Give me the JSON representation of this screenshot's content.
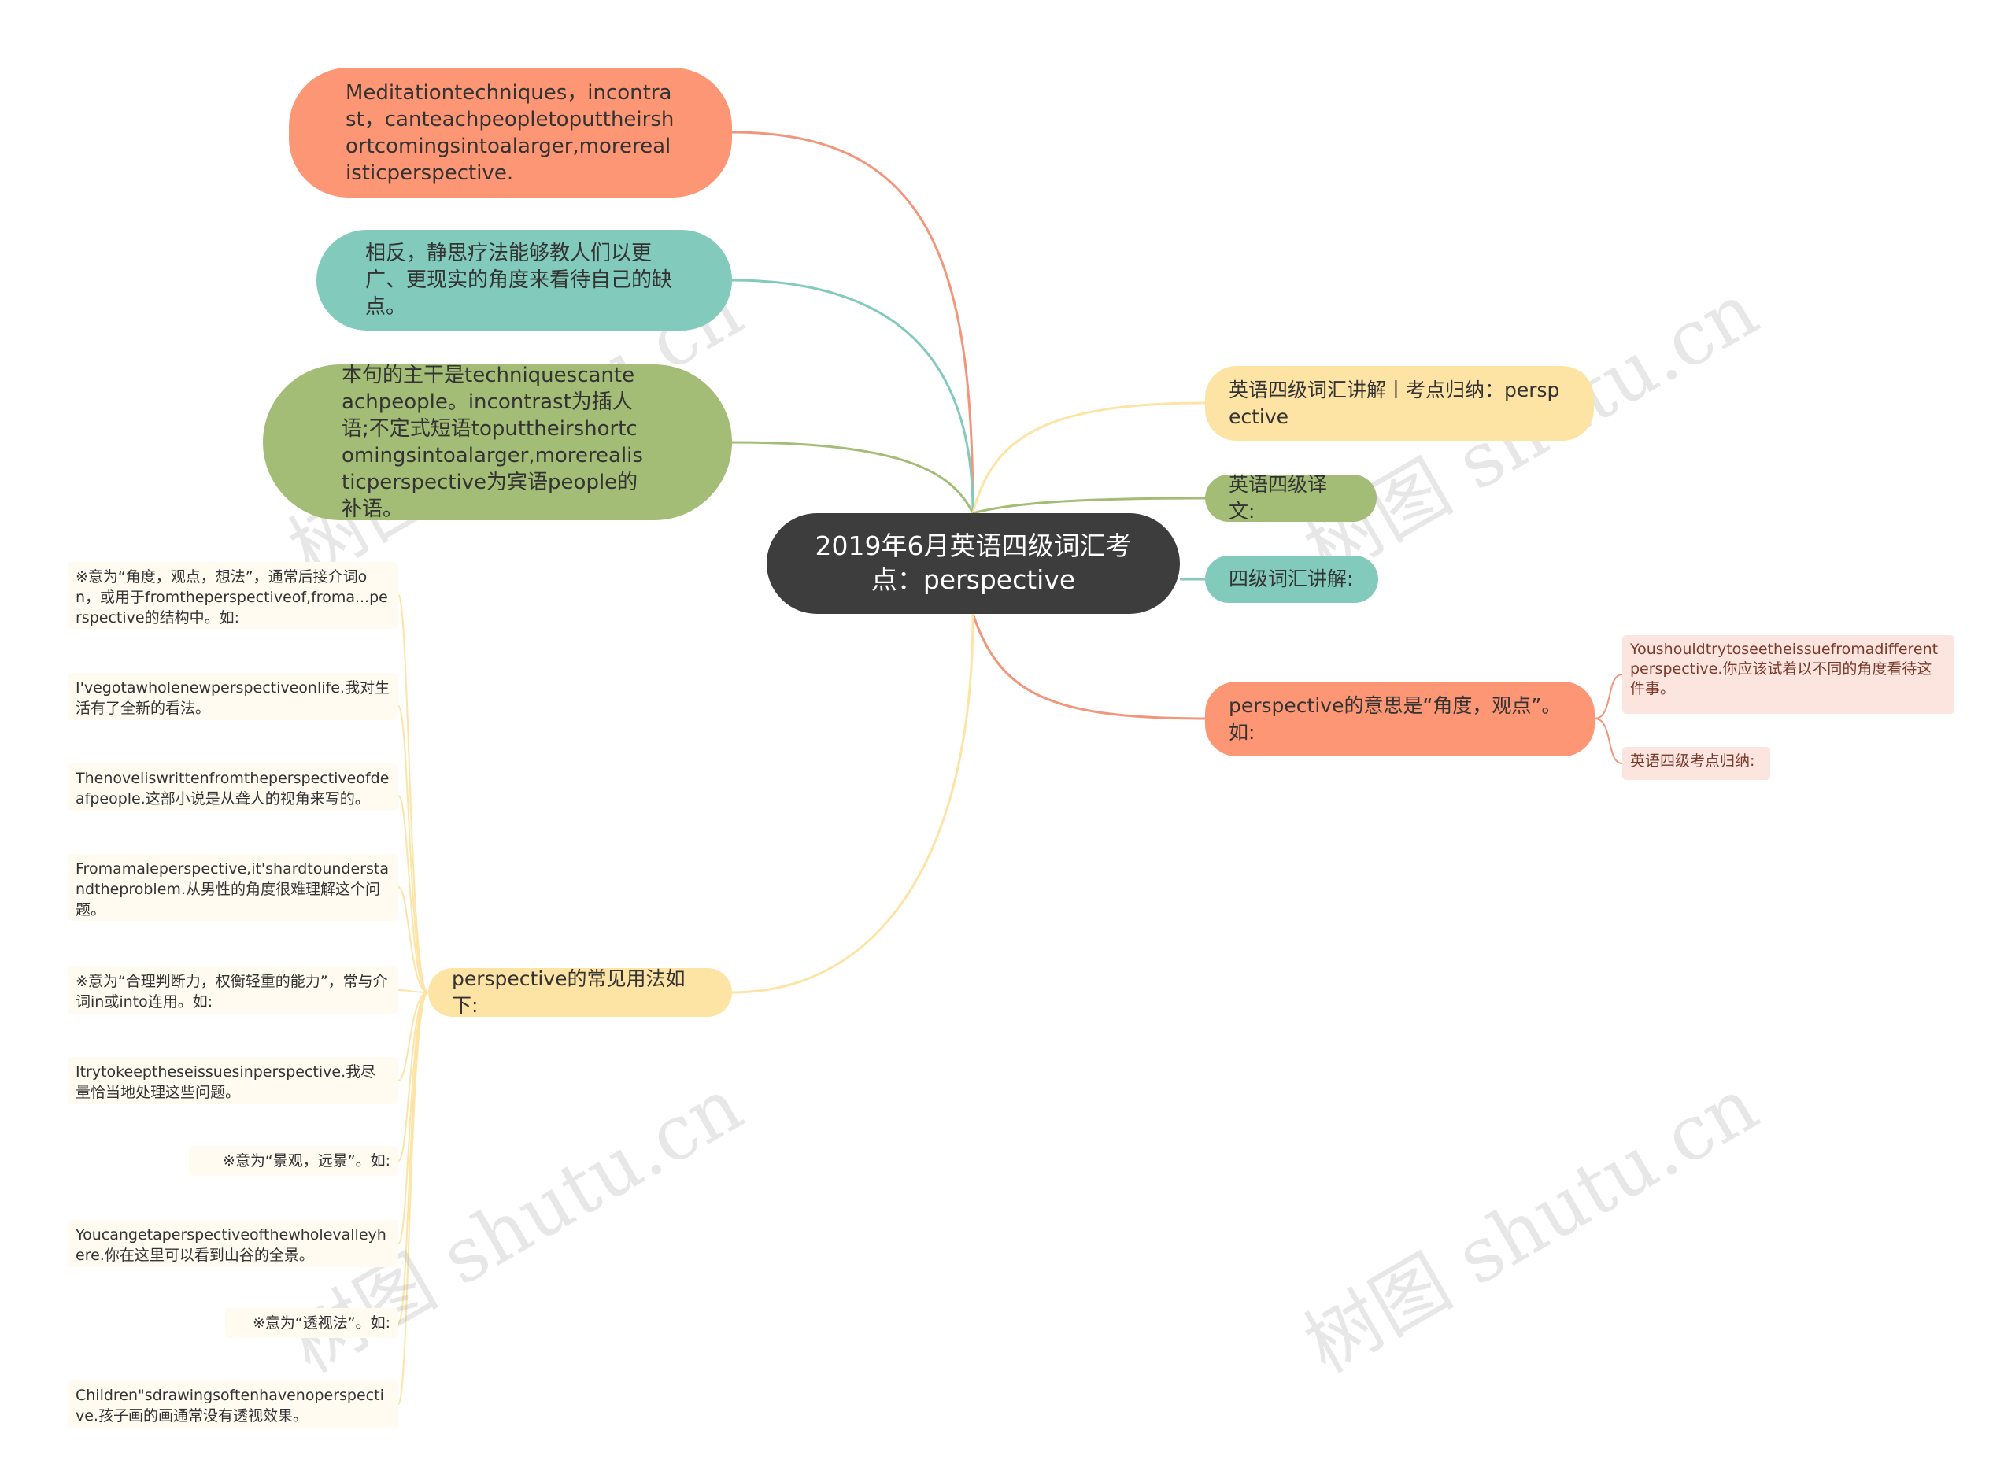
{
  "root": {
    "text": "2019年6月英语四级词汇考点：perspective"
  },
  "left_nodes": {
    "meditation": "Meditationtechniques，incontrast，canteachpeopletoputtheirshortcomingsintoalarger,morerealisticperspective.",
    "translation": "相反，静思疗法能够教人们以更广、更现实的角度来看待自己的缺点。",
    "grammar": "本句的主干是techniquescanteachpeople。incontrast为插人语;不定式短语toputtheirshortcomingsintoalarger,morerealisticperspective为宾语people的补语。"
  },
  "right_nodes": {
    "kaodian": "英语四级词汇讲解丨考点归纳：perspective",
    "yiwen": "英语四级译文:",
    "cihui": "四级词汇讲解:",
    "meaning": "perspective的意思是“角度，观点”。如:",
    "meaning_children": [
      "Youshouldtrytoseetheissuefromadifferentperspective.你应该试着以不同的角度看待这件事。",
      "英语四级考点归纳:"
    ]
  },
  "usage": {
    "label": "perspective的常见用法如下:",
    "items": [
      "※意为“角度，观点，想法”，通常后接介词on，或用于fromtheperspectiveof,froma...perspective的结构中。如:",
      "I'vegotawholenewperspectiveonlife.我对生活有了全新的看法。",
      "Thenoveliswrittenfromtheperspectiveofdeafpeople.这部小说是从聋人的视角来写的。",
      "Fromamaleperspective,it'shardtounderstandtheproblem.从男性的角度很难理解这个问题。",
      "※意为“合理判断力，权衡轻重的能力”，常与介词in或into连用。如:",
      "Itrytokeeptheseissuesinperspective.我尽量恰当地处理这些问题。",
      "※意为“景观，远景”。如:",
      "Youcangetaperspectiveofthewholevalleyhere.你在这里可以看到山谷的全景。",
      "※意为“透视法”。如:",
      "Children\"sdrawingsoftenhavenoperspective.孩子画的画通常没有透视效果。"
    ]
  },
  "watermark": "树图 shutu.cn",
  "colors": {
    "root": "#3d3d3d",
    "orange": "#fc9674",
    "teal": "#82cabc",
    "green": "#a3bc76",
    "yellow": "#fde4a5"
  }
}
